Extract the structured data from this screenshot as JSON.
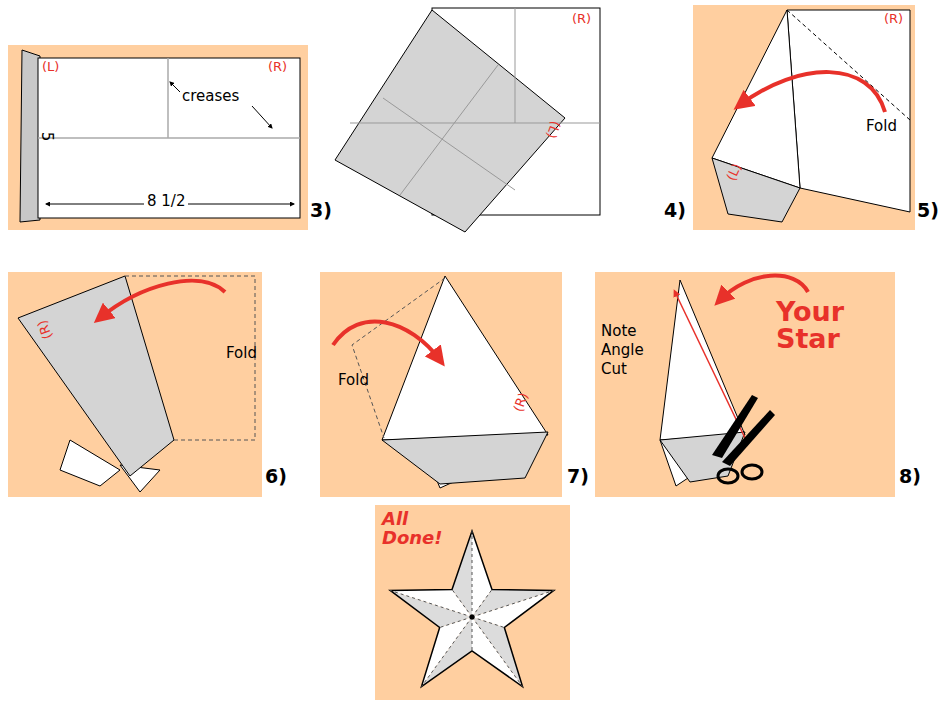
{
  "diagram": {
    "labels": [
      "(L)",
      "(R)",
      "creases",
      "5",
      "8 1/2",
      "3)",
      "(R)",
      "(L)",
      "4)",
      "(R)",
      "Fold",
      "(L)",
      "5)",
      "(R)",
      "Fold",
      "6)",
      "Fold",
      "(R)",
      "7)",
      "Note Angle Cut",
      "Your Star",
      "8)",
      "All Done!"
    ]
  }
}
